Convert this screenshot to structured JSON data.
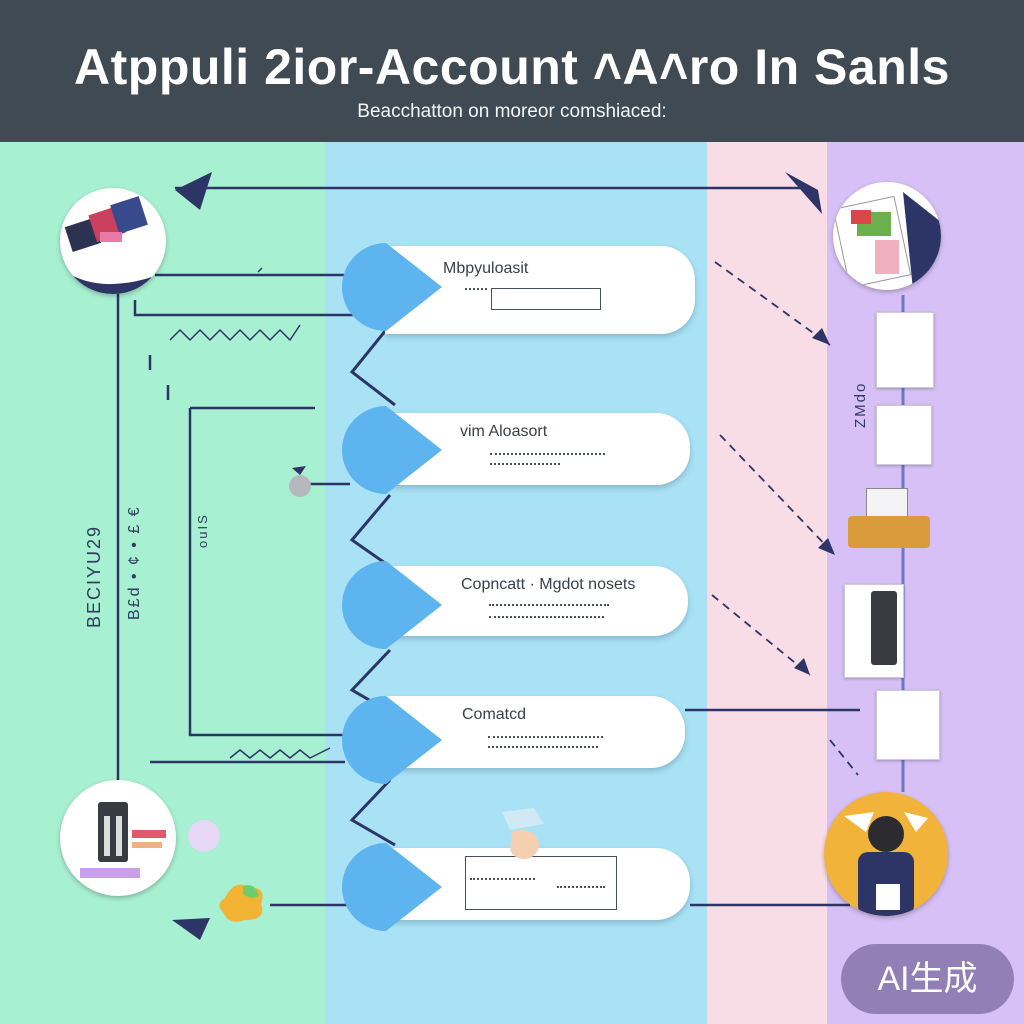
{
  "header": {
    "title": "Atppuli 2ior-Account ˄A˄ro In Sanls",
    "subtitle": "Beacchatton on moreor comshiaced:"
  },
  "steps": [
    {
      "title": "Mbpyuloasit"
    },
    {
      "title": "vim Aloasort"
    },
    {
      "title": "Copncatt · Mgdot nosets"
    },
    {
      "title": "Comatcd"
    },
    {
      "title": ""
    }
  ],
  "side_labels": {
    "left_1": "BECIYU29",
    "left_2": "B£d • ¢ • £ €",
    "left_3": "ouIS",
    "right_1": "ZMdo"
  },
  "badge": {
    "label": "AI生成"
  },
  "colors": {
    "header_bg": "#3f4a52",
    "lane_green": "#a7f0d1",
    "lane_blue": "#a9e2f5",
    "lane_pink": "#f8dce6",
    "lane_purple": "#d6c0f5",
    "pin_blue": "#5db4ee",
    "line_navy": "#2d3566"
  }
}
